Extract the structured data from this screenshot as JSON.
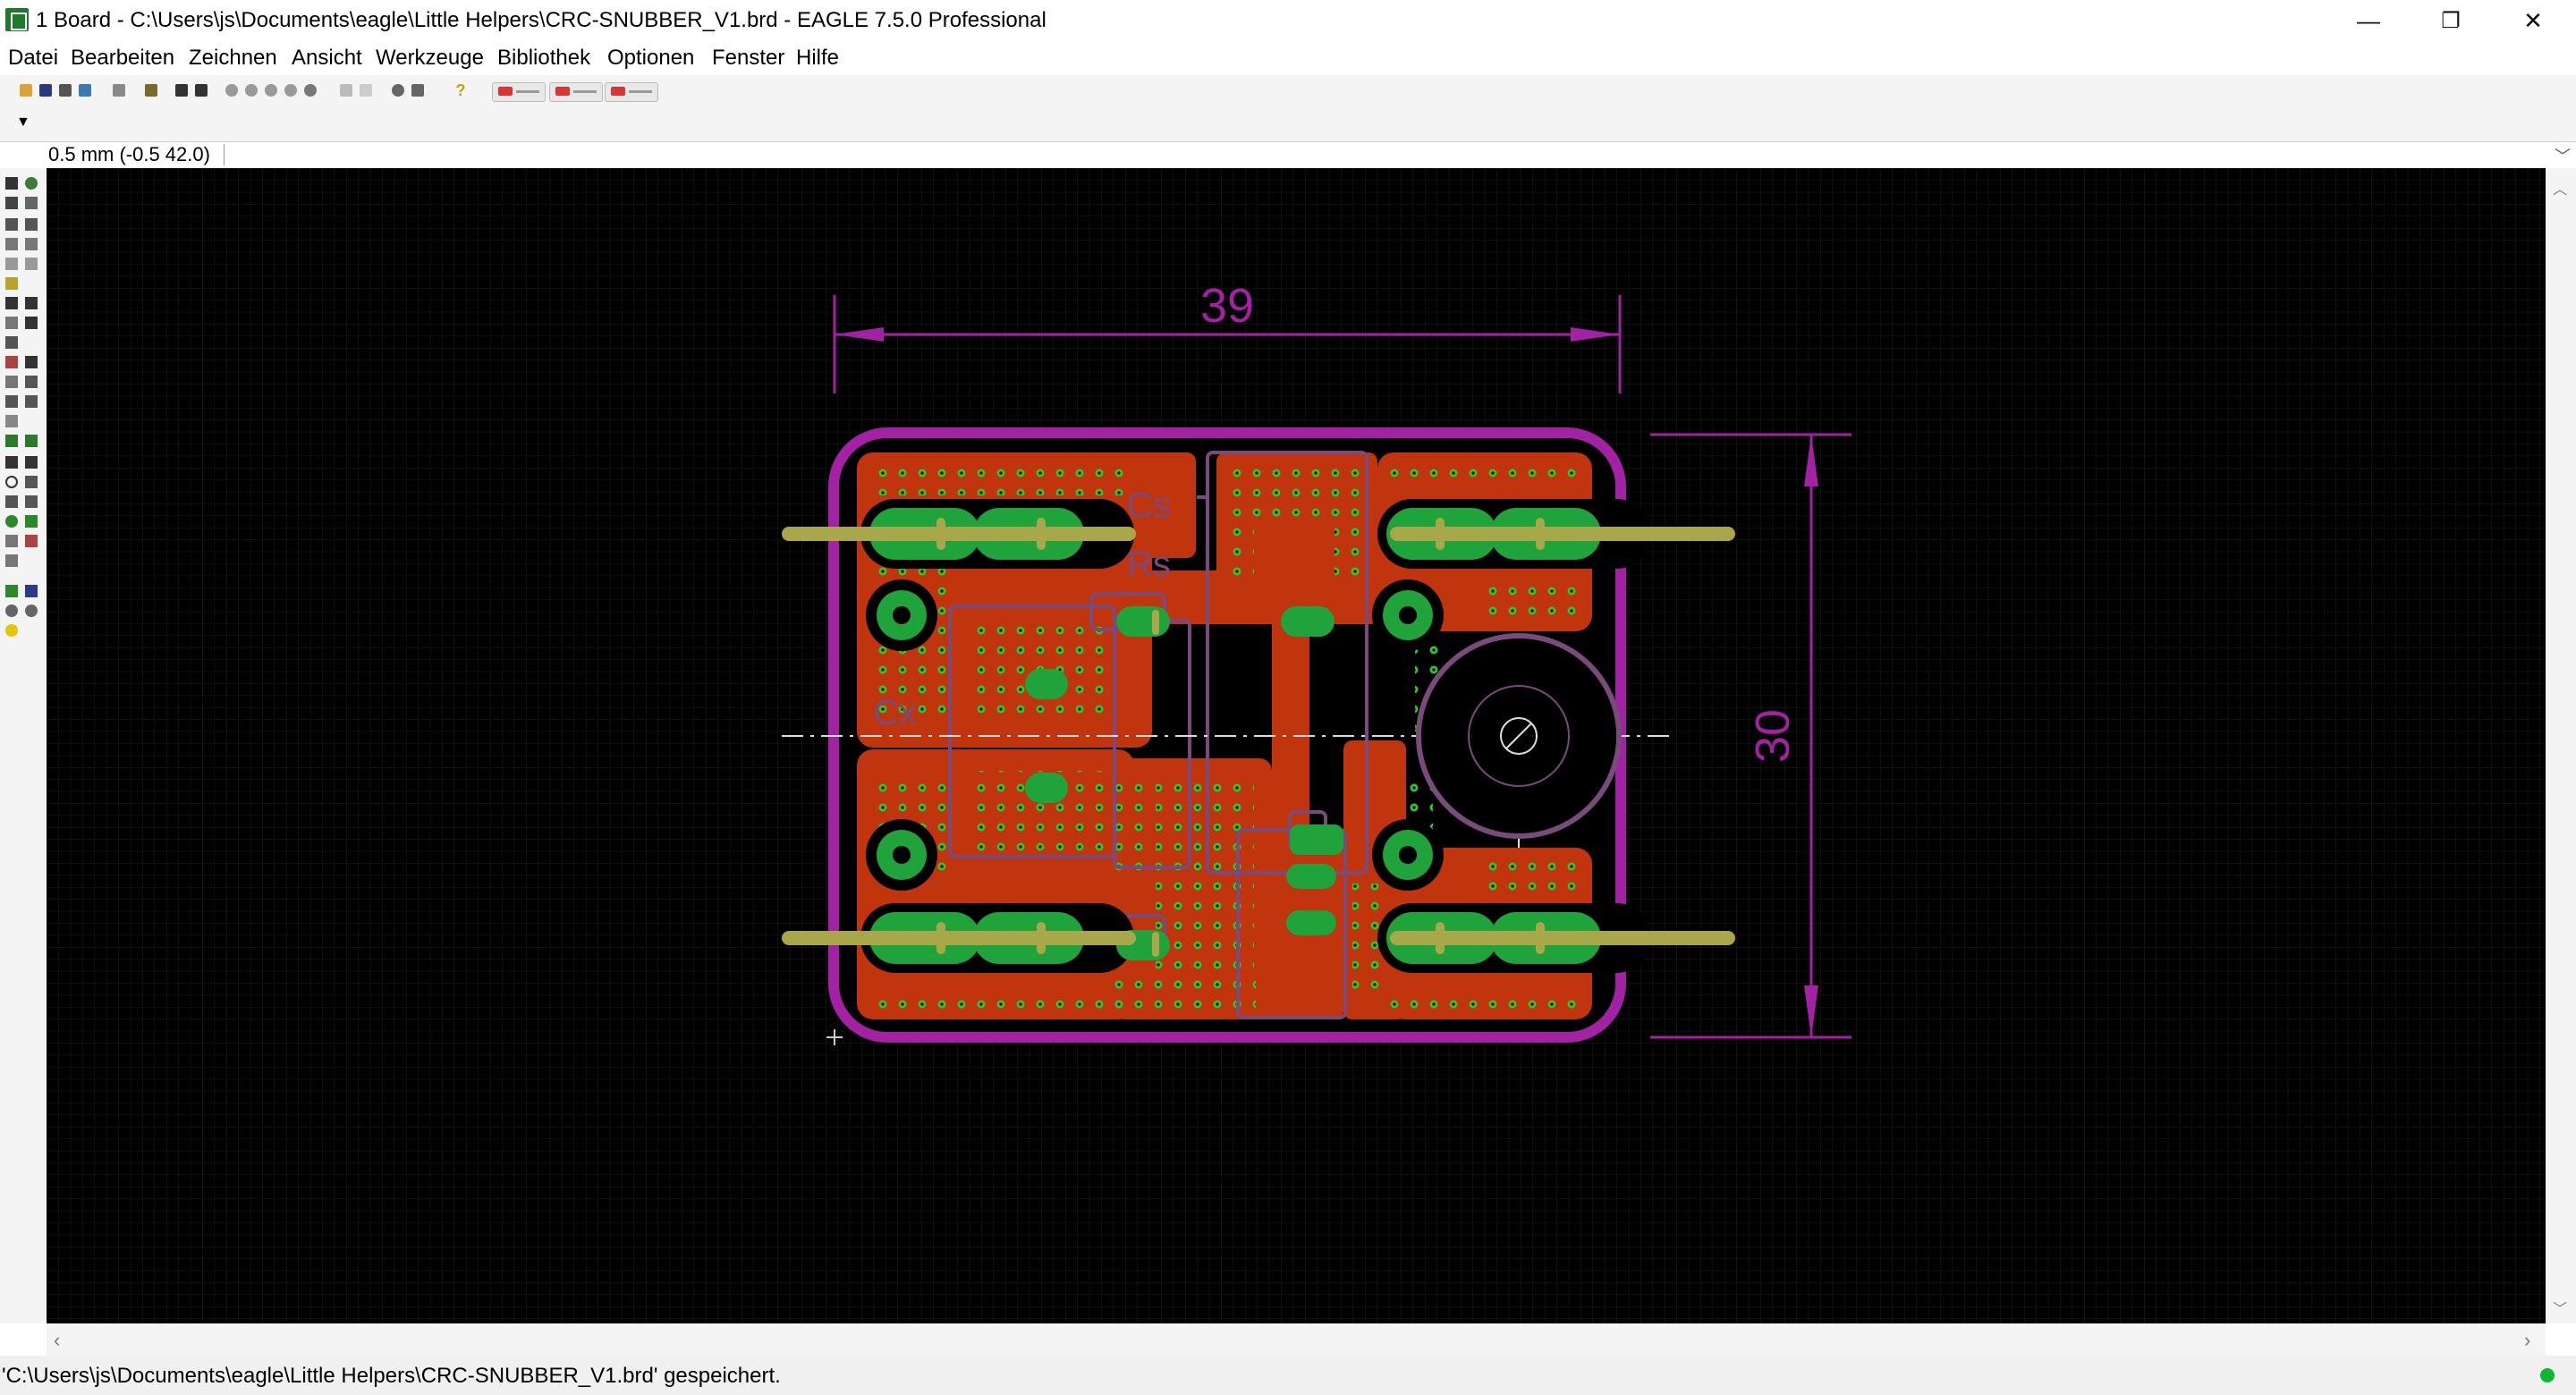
{
  "window": {
    "title": "1 Board - C:\\Users\\js\\Documents\\eagle\\Little Helpers\\CRC-SNUBBER_V1.brd - EAGLE 7.5.0 Professional",
    "minimize_glyph": "—",
    "restore_glyph": "❐",
    "close_glyph": "✕"
  },
  "menu": {
    "items": [
      "Datei",
      "Bearbeiten",
      "Zeichnen",
      "Ansicht",
      "Werkzeuge",
      "Bibliothek",
      "Optionen",
      "Fenster",
      "Hilfe"
    ]
  },
  "toolbar": {
    "help_glyph": "?",
    "icons": [
      "open-icon",
      "save-icon",
      "print-icon",
      "cam-icon",
      "script-icon",
      "run-ulp-icon",
      "zoom-fit-icon",
      "zoom-in-icon",
      "zoom-out-icon",
      "zoom-redraw-icon",
      "zoom-select-icon",
      "undo-icon",
      "redo-icon",
      "stop-icon",
      "go-icon",
      "help-icon",
      "design-link-icon",
      "pcb-quote-icon",
      "3d-icon"
    ]
  },
  "command": {
    "coord_display": "0.5 mm (-0.5 42.0)",
    "input_value": "",
    "param_toggle_glyph": "▼",
    "dropdown_glyph": "﹀"
  },
  "board": {
    "dimension_width": "39",
    "dimension_height": "30",
    "labels": {
      "cs": "Cs",
      "rs": "Rs",
      "cx": "Cx"
    },
    "colors": {
      "canvas": "#000000",
      "grid": "#1d1d1d",
      "outline": "#a321a3",
      "copper": "#c0350e",
      "pad": "#1fa33a",
      "via": "#35c42b",
      "wire": "#a8a84a",
      "silkscreen": "#7a4a7a",
      "dimension": "#a321a3"
    }
  },
  "status": {
    "message": "'C:\\Users\\js\\Documents\\eagle\\Little Helpers\\CRC-SNUBBER_V1.brd' gespeichert."
  },
  "scroll": {
    "up": "︿",
    "down": "﹀",
    "left": "‹",
    "right": "›"
  }
}
